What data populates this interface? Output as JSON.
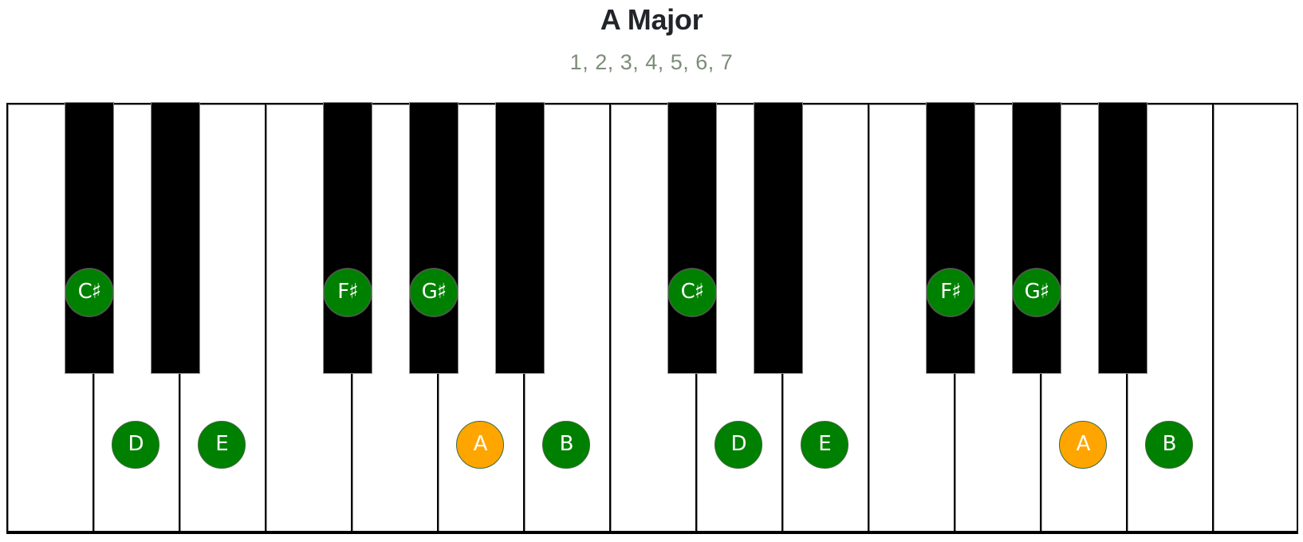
{
  "header": {
    "title": "A Major",
    "subtitle": "1, 2, 3, 4, 5, 6, 7"
  },
  "colors": {
    "scale_note": "#008000",
    "root_note": "#ffa500",
    "white_key": "#ffffff",
    "black_key": "#000000",
    "title": "#212529",
    "subtitle": "#7d8c78"
  },
  "piano": {
    "white_key_width": 108,
    "white_keys": [
      {
        "note": "C",
        "label": ""
      },
      {
        "note": "D",
        "label": "D",
        "role": "scale"
      },
      {
        "note": "E",
        "label": "E",
        "role": "scale"
      },
      {
        "note": "F",
        "label": ""
      },
      {
        "note": "G",
        "label": ""
      },
      {
        "note": "A",
        "label": "A",
        "role": "root"
      },
      {
        "note": "B",
        "label": "B",
        "role": "scale"
      },
      {
        "note": "C",
        "label": ""
      },
      {
        "note": "D",
        "label": "D",
        "role": "scale"
      },
      {
        "note": "E",
        "label": "E",
        "role": "scale"
      },
      {
        "note": "F",
        "label": ""
      },
      {
        "note": "G",
        "label": ""
      },
      {
        "note": "A",
        "label": "A",
        "role": "root"
      },
      {
        "note": "B",
        "label": "B",
        "role": "scale"
      },
      {
        "note": "C",
        "label": ""
      }
    ],
    "black_keys": [
      {
        "note": "C#",
        "after_white_index": 0,
        "label": "C♯",
        "role": "scale"
      },
      {
        "note": "D#",
        "after_white_index": 1,
        "label": ""
      },
      {
        "note": "F#",
        "after_white_index": 3,
        "label": "F♯",
        "role": "scale"
      },
      {
        "note": "G#",
        "after_white_index": 4,
        "label": "G♯",
        "role": "scale"
      },
      {
        "note": "A#",
        "after_white_index": 5,
        "label": ""
      },
      {
        "note": "C#",
        "after_white_index": 7,
        "label": "C♯",
        "role": "scale"
      },
      {
        "note": "D#",
        "after_white_index": 8,
        "label": ""
      },
      {
        "note": "F#",
        "after_white_index": 10,
        "label": "F♯",
        "role": "scale"
      },
      {
        "note": "G#",
        "after_white_index": 11,
        "label": "G♯",
        "role": "scale"
      },
      {
        "note": "A#",
        "after_white_index": 12,
        "label": ""
      }
    ]
  }
}
